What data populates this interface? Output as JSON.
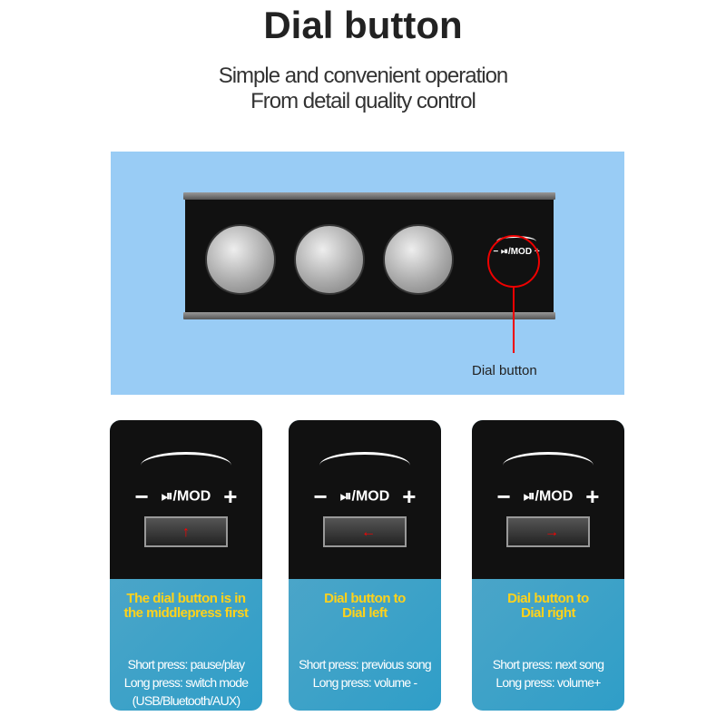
{
  "title": "Dial button",
  "subtitle": [
    "Simple and convenient operation",
    "From detail quality control"
  ],
  "device": {
    "dial_marking": "⏯/MOD",
    "minus": "−",
    "plus": "+",
    "callout": "Dial button"
  },
  "cards": [
    {
      "marking": "⏯/MOD",
      "minus": "−",
      "plus": "+",
      "arrow": "↑",
      "heading": [
        "The dial button is in",
        "the middlepress first"
      ],
      "lines": [
        "Short press: pause/play",
        "Long press: switch mode",
        "(USB/Bluetooth/AUX)"
      ]
    },
    {
      "marking": "⏯/MOD",
      "minus": "−",
      "plus": "+",
      "arrow": "←",
      "heading": [
        "Dial button to",
        "Dial left"
      ],
      "lines": [
        "Short press: previous song",
        "Long press: volume -"
      ]
    },
    {
      "marking": "⏯/MOD",
      "minus": "−",
      "plus": "+",
      "arrow": "→",
      "heading": [
        "Dial button to",
        "Dial right"
      ],
      "lines": [
        "Short press: next song",
        "Long press: volume+"
      ]
    }
  ]
}
